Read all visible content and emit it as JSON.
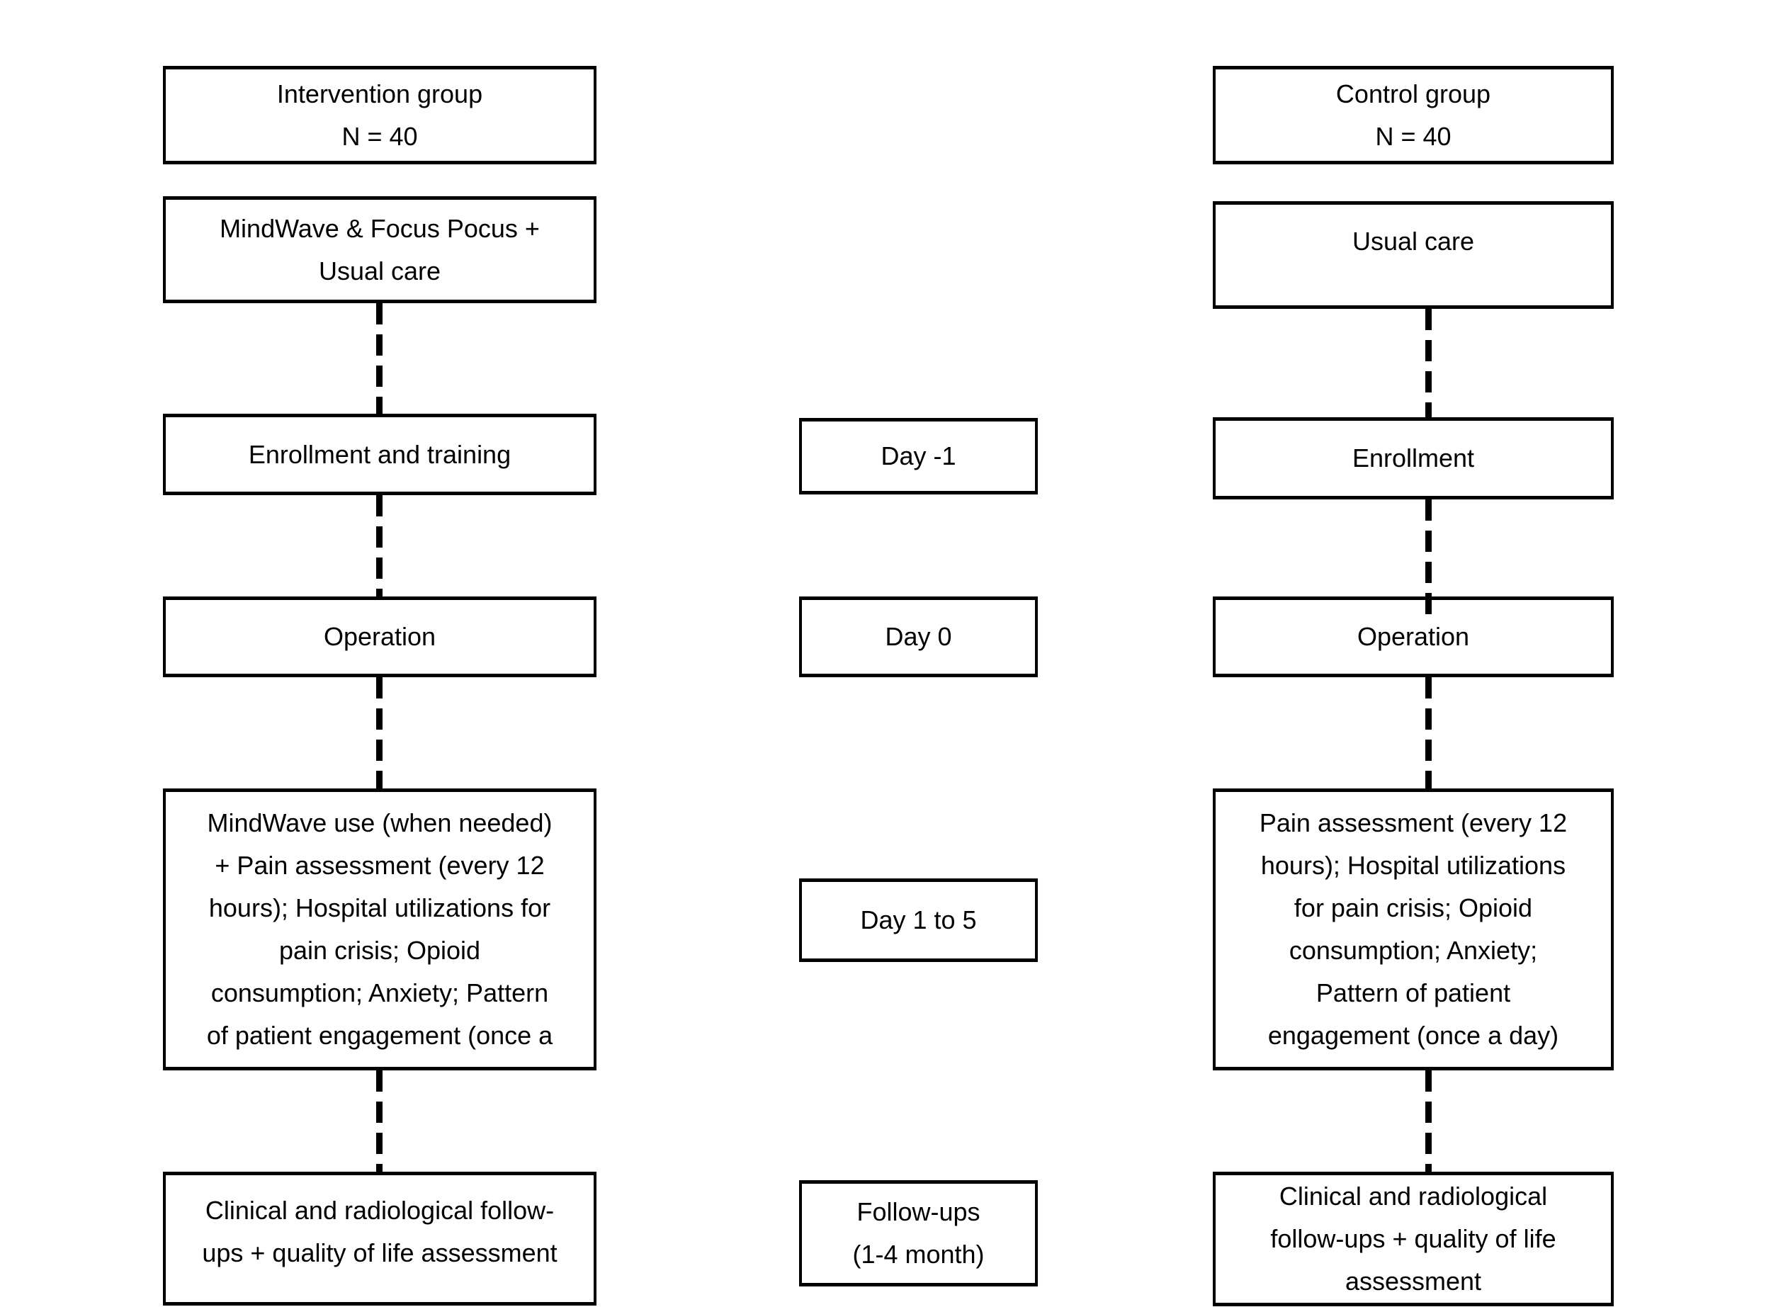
{
  "diagram_type": "study-flow-chart",
  "colors": {
    "border": "#000000",
    "text": "#000000",
    "background": "#ffffff"
  },
  "columns": {
    "intervention": {
      "boxes": {
        "group": "Intervention group\nN = 40",
        "treatment": "MindWave & Focus Pocus +\nUsual care",
        "enrollment": "Enrollment and training",
        "operation": "Operation",
        "monitoring": "MindWave use (when needed)\n+ Pain assessment (every 12\nhours); Hospital utilizations for\npain crisis; Opioid\nconsumption; Anxiety; Pattern\nof patient engagement (once a\nday)",
        "followup": "Clinical and radiological follow-\nups + quality of life assessment"
      }
    },
    "timeline": {
      "boxes": {
        "day_minus_1": "Day -1",
        "day_0": "Day 0",
        "day_1_to_5": "Day 1 to 5",
        "followups": "Follow-ups\n(1-4 month)"
      }
    },
    "control": {
      "boxes": {
        "group": "Control group\nN = 40",
        "treatment": "Usual care",
        "enrollment": "Enrollment",
        "operation": "Operation",
        "monitoring": "Pain assessment (every 12\nhours); Hospital utilizations\nfor pain crisis; Opioid\nconsumption; Anxiety;\nPattern of patient\nengagement (once a day)",
        "followup": "Clinical and radiological\nfollow-ups + quality of life\nassessment"
      }
    }
  }
}
